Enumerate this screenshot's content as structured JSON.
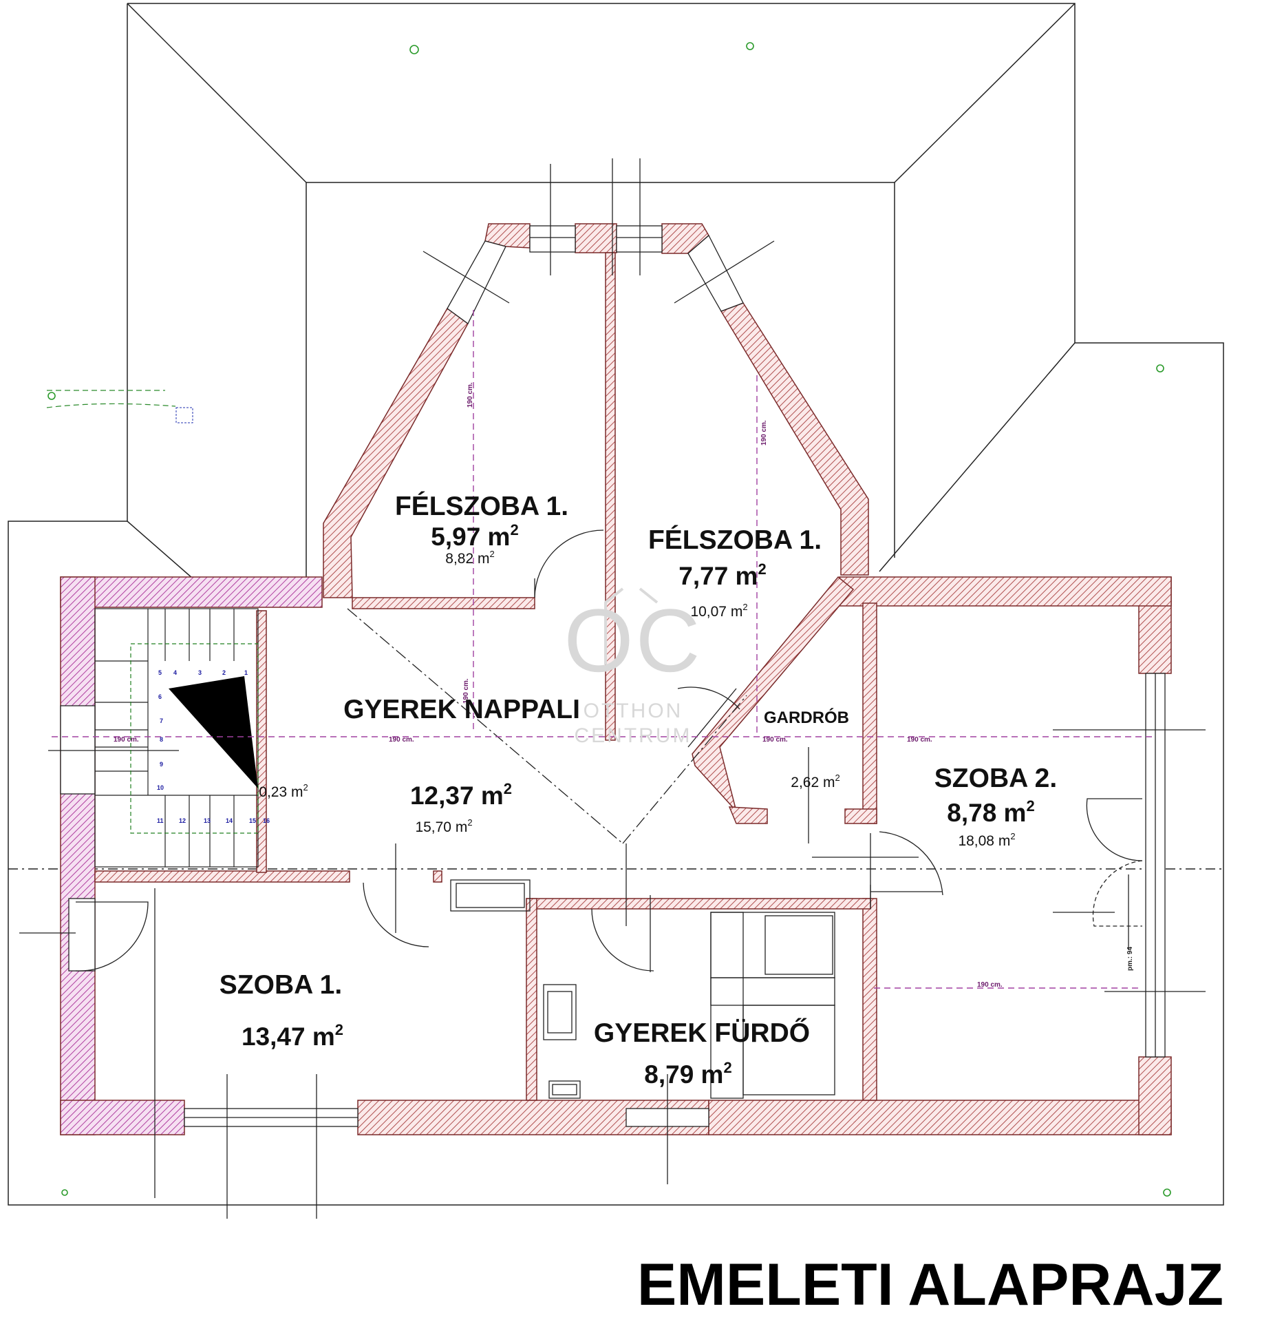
{
  "title": "EMELETI ALAPRAJZ",
  "colors": {
    "wall_hatch": "#b05050",
    "wall_old_hatch": "#b040a0",
    "dimension_line": "#a040a0",
    "stair_outline": "#208020"
  },
  "watermark": {
    "logo": "OC",
    "line1": "OTTHON",
    "line2": "CENTRUM"
  },
  "rooms": {
    "felszoba_left": {
      "name": "FÉLSZOBA 1.",
      "area": "5,97 m",
      "gross": "8,82 m"
    },
    "felszoba_right": {
      "name": "FÉLSZOBA 1.",
      "area": "7,77 m",
      "gross": "10,07 m"
    },
    "gyerek_nappali": {
      "name": "GYEREK NAPPALI",
      "area": "12,37 m",
      "gross": "15,70 m"
    },
    "stair": {
      "area": "0,23 m"
    },
    "gardrob": {
      "name": "GARDRÓB",
      "area": "2,62 m"
    },
    "szoba2": {
      "name": "SZOBA 2.",
      "area": "8,78 m",
      "gross": "18,08 m"
    },
    "szoba1": {
      "name": "SZOBA 1.",
      "area": "13,47 m"
    },
    "furdo": {
      "name": "GYEREK FÜRDŐ",
      "area": "8,79 m"
    }
  },
  "superscript": "2",
  "dimensions": {
    "d190": "190 cm.",
    "pm": "pm.: 94"
  },
  "stair_steps": [
    "1",
    "2",
    "3",
    "4",
    "5",
    "6",
    "7",
    "8",
    "9",
    "10",
    "11",
    "12",
    "13",
    "14",
    "15",
    "16"
  ]
}
